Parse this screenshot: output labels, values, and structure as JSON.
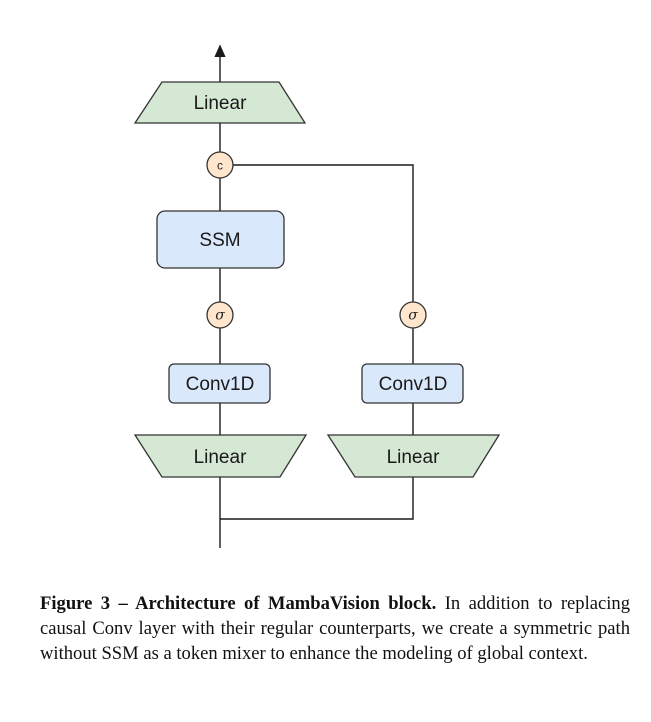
{
  "diagram": {
    "nodes": {
      "linear_top": "Linear",
      "concat": "c",
      "ssm": "SSM",
      "sigma_left": "σ",
      "sigma_right": "σ",
      "conv_left": "Conv1D",
      "conv_right": "Conv1D",
      "linear_left": "Linear",
      "linear_right": "Linear"
    },
    "colors": {
      "linear_fill": "#d5e8d4",
      "box_fill": "#dae8fc",
      "op_fill": "#ffe6cc",
      "stroke": "#333333"
    }
  },
  "caption": {
    "bold": "Figure 3 – Architecture of MambaVision block.",
    "text": " In addition to replacing causal Conv layer with their regular counterparts, we create a symmetric path without SSM as a token mixer to enhance the modeling of global context."
  }
}
